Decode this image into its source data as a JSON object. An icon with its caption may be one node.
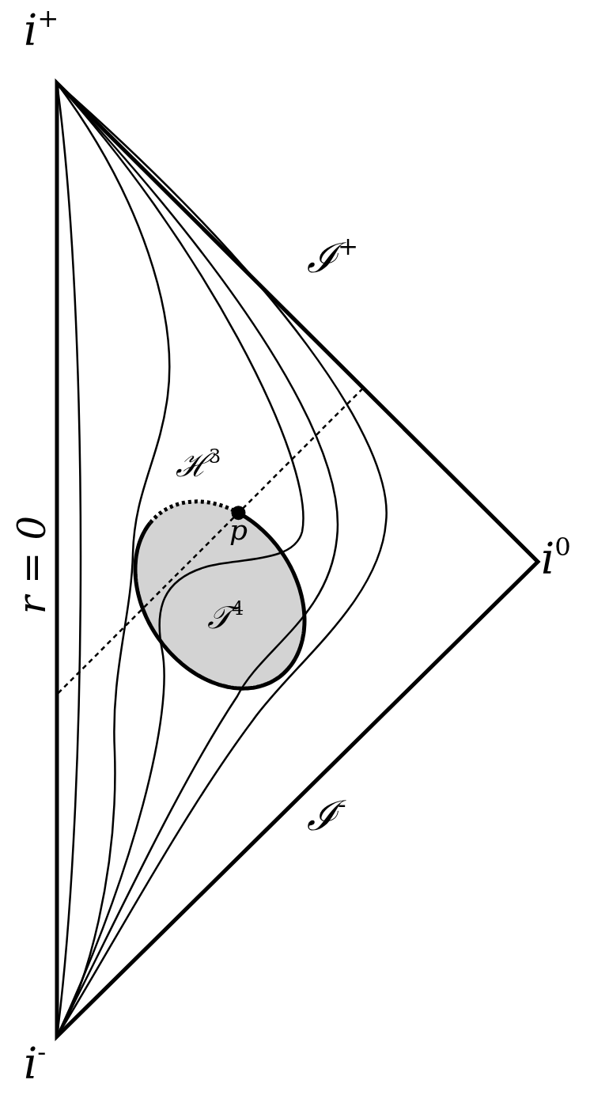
{
  "diagram": {
    "labels": [
      "i$^{+}$",
      "ℐ$^{+}$",
      "r = 0",
      "ℋ$^{3}$",
      "p",
      "i$^{0}$",
      "𝒯$^{4}$",
      "ℐ$^{-}$",
      "i$^{-}$"
    ]
  }
}
